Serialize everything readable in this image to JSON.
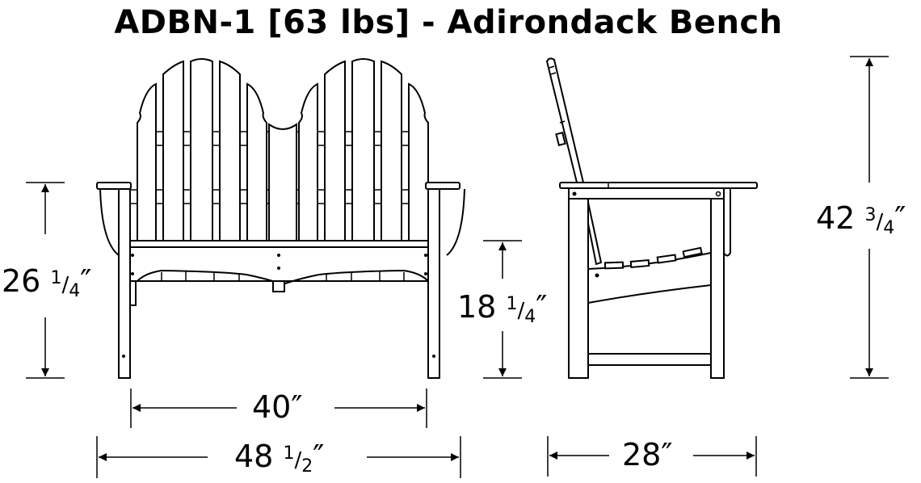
{
  "title": "ADBN-1 [63 lbs] - Adirondack Bench",
  "product": {
    "model": "ADBN-1",
    "weight": "63 lbs",
    "name": "Adirondack Bench"
  },
  "views": {
    "front": {
      "label": "front-view"
    },
    "side": {
      "label": "side-view"
    }
  },
  "dimensions": {
    "arm_height": {
      "whole": "26",
      "num": "1",
      "den": "4",
      "unit": "″"
    },
    "seat_height": {
      "whole": "18",
      "num": "1",
      "den": "4",
      "unit": "″"
    },
    "overall_height": {
      "whole": "42",
      "num": "3",
      "den": "4",
      "unit": "″"
    },
    "seat_width": {
      "whole": "40",
      "unit": "″"
    },
    "overall_width": {
      "whole": "48",
      "num": "1",
      "den": "2",
      "unit": "″"
    },
    "depth": {
      "whole": "28",
      "unit": "″"
    }
  },
  "colors": {
    "line": "#000000",
    "background": "#ffffff"
  }
}
